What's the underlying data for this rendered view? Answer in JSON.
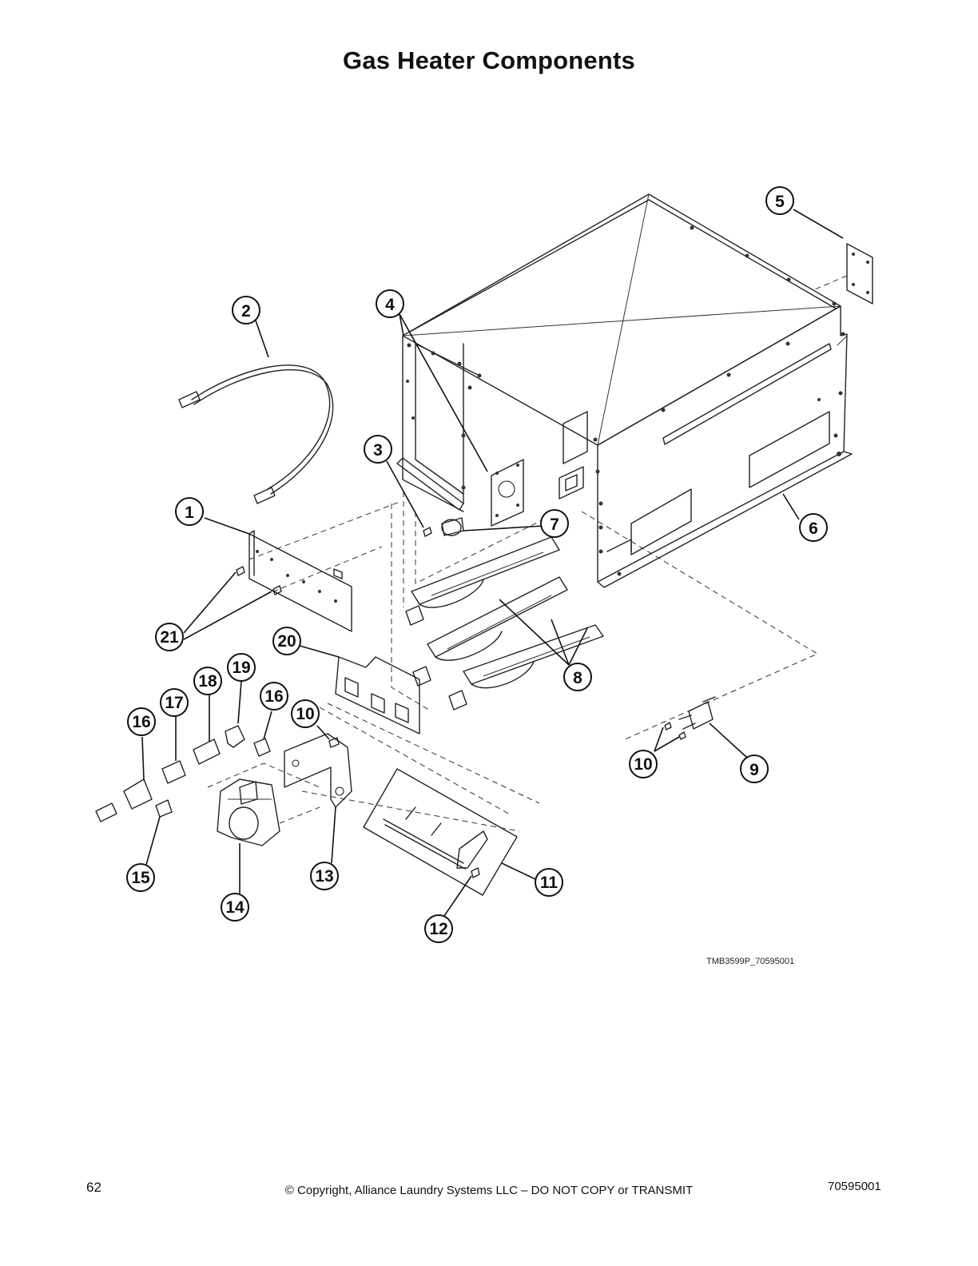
{
  "title": "Gas Heater Components",
  "figure_id": "TMB3599P_70595001",
  "callouts": [
    "1",
    "2",
    "3",
    "4",
    "5",
    "6",
    "7",
    "8",
    "9",
    "10",
    "10",
    "11",
    "12",
    "13",
    "14",
    "15",
    "16",
    "16",
    "17",
    "18",
    "19",
    "20",
    "21"
  ],
  "footer": {
    "page_number": "62",
    "copyright": "© Copyright, Alliance Laundry Systems LLC – DO NOT COPY or TRANSMIT",
    "document_number": "70595001"
  }
}
